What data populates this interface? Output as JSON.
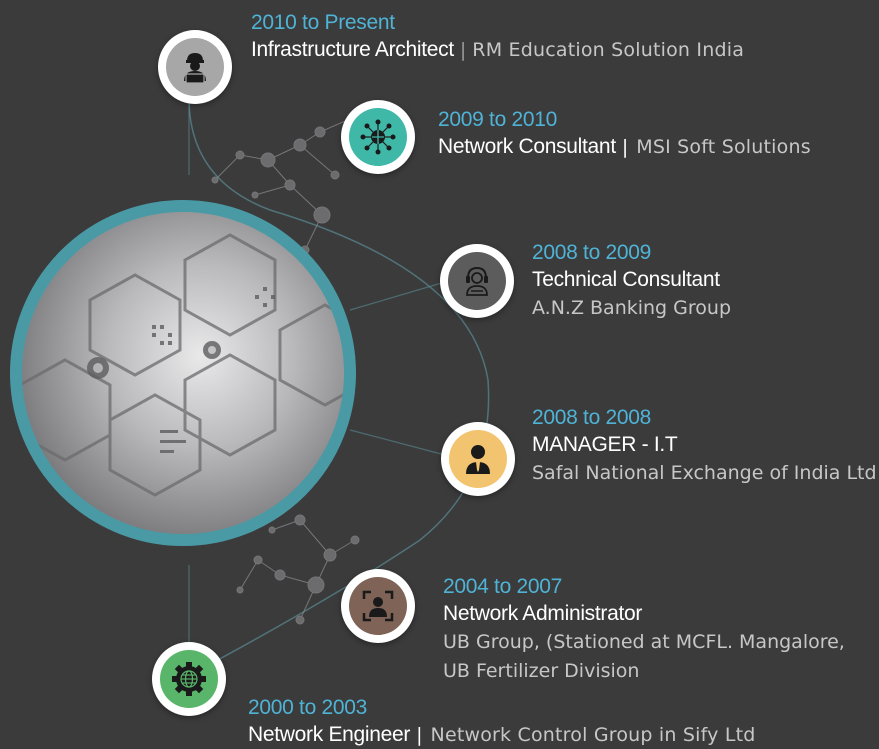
{
  "colors": {
    "background": "#3b3b3c",
    "period": "#4fb3d6",
    "ring": "#4a9aa6",
    "icon_gray": "#a7a7a7",
    "icon_teal": "#3fb8a8",
    "icon_dark": "#5c5c5c",
    "icon_yellow": "#f3c46f",
    "icon_brown": "#7e6356",
    "icon_green": "#58b56a"
  },
  "timeline": [
    {
      "period": "2010 to Present",
      "role": "Infrastructure Architect",
      "separator": "|",
      "company": "RM Education Solution India",
      "icon": "worker-laptop-icon"
    },
    {
      "period": "2009 to 2010",
      "role": "Network Consultant",
      "separator": "|",
      "company": "MSI Soft Solutions",
      "icon": "network-globe-icon"
    },
    {
      "period": "2008 to 2009",
      "role": "Technical Consultant",
      "company": "A.N.Z Banking Group",
      "icon": "support-headset-icon"
    },
    {
      "period": "2008 to 2008",
      "role": "MANAGER - I.T",
      "company": "Safal National Exchange of India Ltd",
      "icon": "manager-icon"
    },
    {
      "period": "2004 to 2007",
      "role": "Network Administrator",
      "company": "UB Group, (Stationed at MCFL. Mangalore,",
      "company2": "UB Fertilizer Division",
      "icon": "user-frame-icon"
    },
    {
      "period": "2000 to 2003",
      "role": "Network Engineer",
      "separator": "|",
      "company": "Network Control Group in Sify Ltd",
      "icon": "gear-globe-icon"
    }
  ]
}
